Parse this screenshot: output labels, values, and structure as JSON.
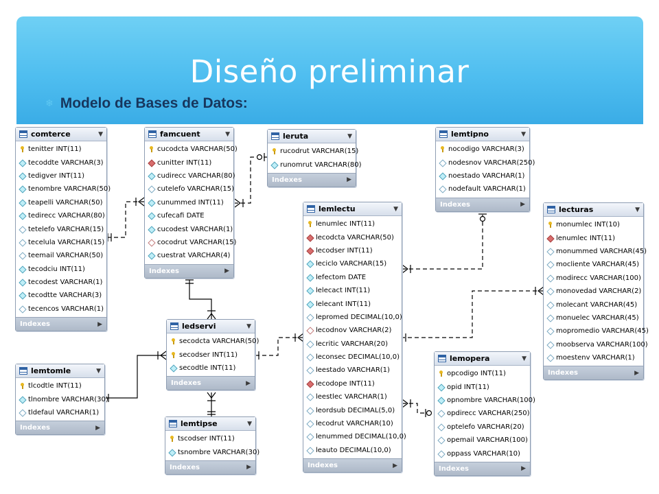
{
  "slide": {
    "title": "Diseño preliminar",
    "subtitle": "Modelo de Bases de Datos:"
  },
  "icons": {
    "bullet": "❄",
    "header_arrow": "▼",
    "footer_arrow": "▶"
  },
  "colors": {
    "banner": "#4fbef0",
    "subtitle": "#17365d",
    "table_border": "#8e9db2",
    "connector": "#000000"
  },
  "tables": {
    "comterce": {
      "name": "comterce",
      "indexes": "Indexes",
      "columns": [
        {
          "text": "tenitter INT(11)",
          "key": "pk"
        },
        {
          "text": "tecoddte VARCHAR(3)",
          "key": "col"
        },
        {
          "text": "tedigver INT(11)",
          "key": "col"
        },
        {
          "text": "tenombre VARCHAR(50)",
          "key": "col"
        },
        {
          "text": "teapelli VARCHAR(50)",
          "key": "col"
        },
        {
          "text": "tedirecc VARCHAR(80)",
          "key": "col"
        },
        {
          "text": "tetelefo VARCHAR(15)",
          "key": "nn"
        },
        {
          "text": "tecelula VARCHAR(15)",
          "key": "nn"
        },
        {
          "text": "teemail VARCHAR(50)",
          "key": "nn"
        },
        {
          "text": "tecodciu INT(11)",
          "key": "col"
        },
        {
          "text": "tecodest VARCHAR(1)",
          "key": "col"
        },
        {
          "text": "tecodtte VARCHAR(3)",
          "key": "col"
        },
        {
          "text": "tecencos VARCHAR(1)",
          "key": "nn"
        }
      ]
    },
    "famcuent": {
      "name": "famcuent",
      "indexes": "Indexes",
      "columns": [
        {
          "text": "cucodcta VARCHAR(50)",
          "key": "pk"
        },
        {
          "text": "cunitter INT(11)",
          "key": "fk"
        },
        {
          "text": "cudirecc VARCHAR(80)",
          "key": "col"
        },
        {
          "text": "cutelefo VARCHAR(15)",
          "key": "nn"
        },
        {
          "text": "cunummed INT(11)",
          "key": "col"
        },
        {
          "text": "cufecafi DATE",
          "key": "col"
        },
        {
          "text": "cucodest VARCHAR(1)",
          "key": "col"
        },
        {
          "text": "cocodrut VARCHAR(15)",
          "key": "fknull"
        },
        {
          "text": "cuestrat VARCHAR(4)",
          "key": "col"
        }
      ]
    },
    "leruta": {
      "name": "leruta",
      "indexes": "Indexes",
      "columns": [
        {
          "text": "rucodrut VARCHAR(15)",
          "key": "pk"
        },
        {
          "text": "runomrut VARCHAR(80)",
          "key": "col"
        }
      ]
    },
    "lemtipno": {
      "name": "lemtipno",
      "indexes": "Indexes",
      "columns": [
        {
          "text": "nocodigo VARCHAR(3)",
          "key": "pk"
        },
        {
          "text": "nodesnov VARCHAR(250)",
          "key": "nn"
        },
        {
          "text": "noestado VARCHAR(1)",
          "key": "col"
        },
        {
          "text": "nodefault VARCHAR(1)",
          "key": "nn"
        }
      ]
    },
    "lemlectu": {
      "name": "lemlectu",
      "indexes": "Indexes",
      "columns": [
        {
          "text": "lenumlec INT(11)",
          "key": "pk"
        },
        {
          "text": "lecodcta VARCHAR(50)",
          "key": "fk"
        },
        {
          "text": "lecodser INT(11)",
          "key": "fk"
        },
        {
          "text": "leciclo VARCHAR(15)",
          "key": "col"
        },
        {
          "text": "lefectom DATE",
          "key": "col"
        },
        {
          "text": "lelecact INT(11)",
          "key": "col"
        },
        {
          "text": "lelecant INT(11)",
          "key": "col"
        },
        {
          "text": "lepromed DECIMAL(10,0)",
          "key": "nn"
        },
        {
          "text": "lecodnov VARCHAR(2)",
          "key": "fknull"
        },
        {
          "text": "lecritic VARCHAR(20)",
          "key": "nn"
        },
        {
          "text": "leconsec DECIMAL(10,0)",
          "key": "nn"
        },
        {
          "text": "leestado VARCHAR(1)",
          "key": "nn"
        },
        {
          "text": "lecodope INT(11)",
          "key": "fk"
        },
        {
          "text": "leestlec VARCHAR(1)",
          "key": "nn"
        },
        {
          "text": "leordsub DECIMAL(5,0)",
          "key": "nn"
        },
        {
          "text": "lecodrut VARCHAR(10)",
          "key": "nn"
        },
        {
          "text": "lenummed DECIMAL(10,0)",
          "key": "nn"
        },
        {
          "text": "leauto DECIMAL(10,0)",
          "key": "nn"
        }
      ]
    },
    "lecturas": {
      "name": "lecturas",
      "indexes": "Indexes",
      "columns": [
        {
          "text": "monumlec INT(10)",
          "key": "pk"
        },
        {
          "text": "lenumlec INT(11)",
          "key": "fk"
        },
        {
          "text": "monummed VARCHAR(45)",
          "key": "nn"
        },
        {
          "text": "mocliente VARCHAR(45)",
          "key": "nn"
        },
        {
          "text": "modirecc VARCHAR(100)",
          "key": "nn"
        },
        {
          "text": "monovedad VARCHAR(2)",
          "key": "nn"
        },
        {
          "text": "molecant VARCHAR(45)",
          "key": "nn"
        },
        {
          "text": "monuelec VARCHAR(45)",
          "key": "nn"
        },
        {
          "text": "mopromedio VARCHAR(45)",
          "key": "nn"
        },
        {
          "text": "moobserva VARCHAR(100)",
          "key": "nn"
        },
        {
          "text": "moestenv VARCHAR(1)",
          "key": "nn"
        }
      ]
    },
    "ledservi": {
      "name": "ledservi",
      "indexes": "Indexes",
      "columns": [
        {
          "text": "secodcta VARCHAR(50)",
          "key": "pk"
        },
        {
          "text": "secodser INT(11)",
          "key": "pk"
        },
        {
          "text": "secodtle INT(11)",
          "key": "col"
        }
      ]
    },
    "lemtomle": {
      "name": "lemtomle",
      "indexes": "Indexes",
      "columns": [
        {
          "text": "tlcodtle INT(11)",
          "key": "pk"
        },
        {
          "text": "tlnombre VARCHAR(30)",
          "key": "col"
        },
        {
          "text": "tldefaul VARCHAR(1)",
          "key": "nn"
        }
      ]
    },
    "lemtipse": {
      "name": "lemtipse",
      "indexes": "Indexes",
      "columns": [
        {
          "text": "tscodser INT(11)",
          "key": "pk"
        },
        {
          "text": "tsnombre VARCHAR(30)",
          "key": "col"
        }
      ]
    },
    "lemopera": {
      "name": "lemopera",
      "indexes": "Indexes",
      "columns": [
        {
          "text": "opcodigo INT(11)",
          "key": "pk"
        },
        {
          "text": "opid INT(11)",
          "key": "col"
        },
        {
          "text": "opnombre VARCHAR(100)",
          "key": "col"
        },
        {
          "text": "opdirecc VARCHAR(250)",
          "key": "nn"
        },
        {
          "text": "optelefo VARCHAR(20)",
          "key": "nn"
        },
        {
          "text": "opemail VARCHAR(100)",
          "key": "nn"
        },
        {
          "text": "oppass VARCHAR(10)",
          "key": "nn"
        }
      ]
    }
  }
}
